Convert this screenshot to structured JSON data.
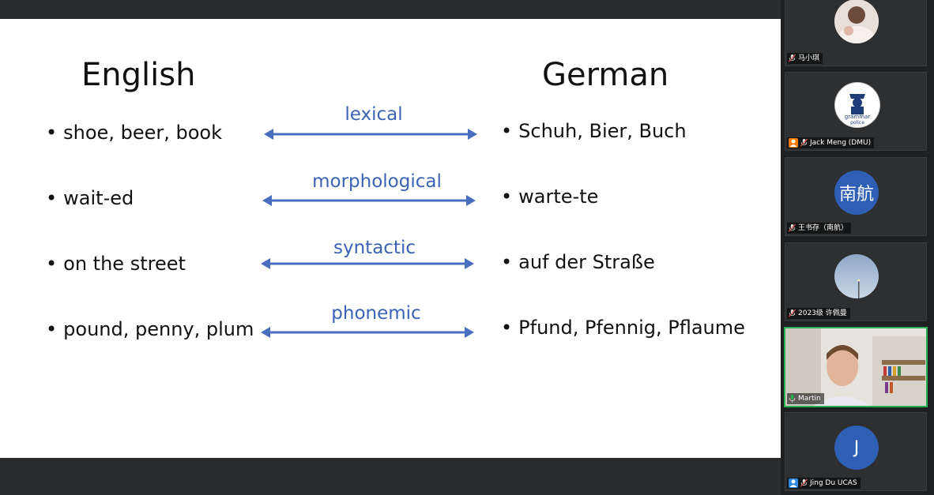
{
  "slide": {
    "heading_left": "English",
    "heading_right": "German",
    "bullet_glyph": "•",
    "rows": [
      {
        "english": "shoe, beer, book",
        "relation": "lexical",
        "german": "Schuh, Bier, Buch"
      },
      {
        "english": "wait-ed",
        "relation": "morphological",
        "german": "warte-te"
      },
      {
        "english": "on the street",
        "relation": "syntactic",
        "german": "auf der Straße"
      },
      {
        "english": "pound, penny, plum",
        "relation": "phonemic",
        "german": "Pfund, Pfennig, Pflaume"
      }
    ],
    "arrow_color": "#4a6fbf",
    "label_color": "#3b63b5"
  },
  "participants": [
    {
      "name": "马小琪",
      "avatar_type": "photo",
      "mic_state": "muted",
      "host": false
    },
    {
      "name": "Jack Meng (DMU)",
      "avatar_type": "logo",
      "logo_text": [
        "grammar",
        "police"
      ],
      "mic_state": "muted",
      "host": true
    },
    {
      "name": "王书存（南航）",
      "avatar_type": "initials",
      "initials": "南航",
      "avatar_color": "#2f5fb5",
      "mic_state": "muted",
      "host": false
    },
    {
      "name": "2023级 许佩曼",
      "avatar_type": "photo",
      "mic_state": "muted",
      "host": false
    },
    {
      "name": "Martin",
      "avatar_type": "video",
      "mic_state": "speaking",
      "host": false,
      "active": true
    },
    {
      "name": "Jing Du UCAS",
      "avatar_type": "initials",
      "initials": "J",
      "avatar_color": "#2f5fb5",
      "mic_state": "muted",
      "host": true
    }
  ],
  "colors": {
    "active_speaker": "#26b252",
    "muted_icon": "#e05252"
  }
}
